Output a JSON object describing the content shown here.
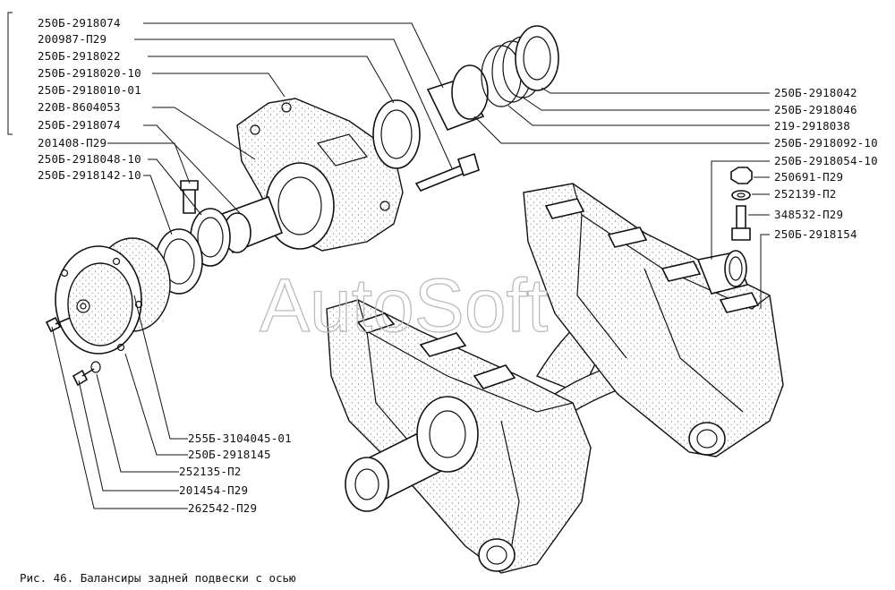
{
  "watermark": "AutoSoft",
  "caption": "Рис. 46. Балансиры задней подвески с осью",
  "labels_left": [
    "250Б-2918074",
    "200987-П29",
    "250Б-2918022",
    "250Б-2918020-10",
    "250Б-2918010-01",
    "220В-8604053",
    "250Б-2918074",
    "201408-П29",
    "250Б-2918048-10",
    "250Б-2918142-10"
  ],
  "labels_right": [
    "250Б-2918042",
    "250Б-2918046",
    "219-2918038",
    "250Б-2918092-10",
    "250Б-2918054-10",
    "250691-П29",
    "252139-П2",
    "348532-П29",
    "250Б-2918154"
  ],
  "labels_bottom": [
    "255Б-3104045-01",
    "250Б-2918145",
    "252135-П2",
    "201454-П29",
    "262542-П29"
  ]
}
